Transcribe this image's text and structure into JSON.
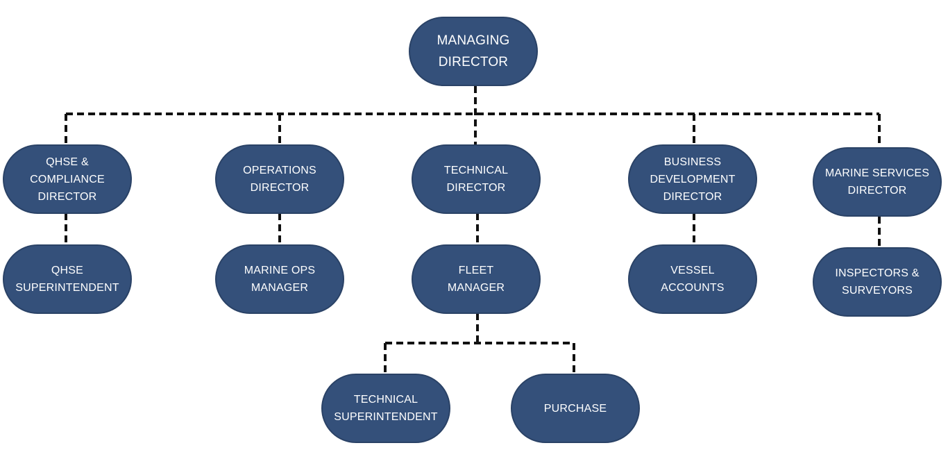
{
  "colors": {
    "node_fill": "#34507a",
    "node_text": "#ffffff",
    "connector": "#111111",
    "background": "#ffffff"
  },
  "nodes": {
    "managing_director": "MANAGING\nDIRECTOR",
    "qhse_compliance_director": "QHSE &\nCOMPLIANCE\nDIRECTOR",
    "operations_director": "OPERATIONS\nDIRECTOR",
    "technical_director": "TECHNICAL\nDIRECTOR",
    "business_development_director": "BUSINESS\nDEVELOPMENT\nDIRECTOR",
    "marine_services_director": "MARINE SERVICES\nDIRECTOR",
    "qhse_superintendent": "QHSE\nSUPERINTENDENT",
    "marine_ops_manager": "MARINE OPS\nMANAGER",
    "fleet_manager": "FLEET\nMANAGER",
    "vessel_accounts": "VESSEL\nACCOUNTS",
    "inspectors_surveyors": "INSPECTORS &\nSURVEYORS",
    "technical_superintendent": "TECHNICAL\nSUPERINTENDENT",
    "purchase": "PURCHASE"
  }
}
